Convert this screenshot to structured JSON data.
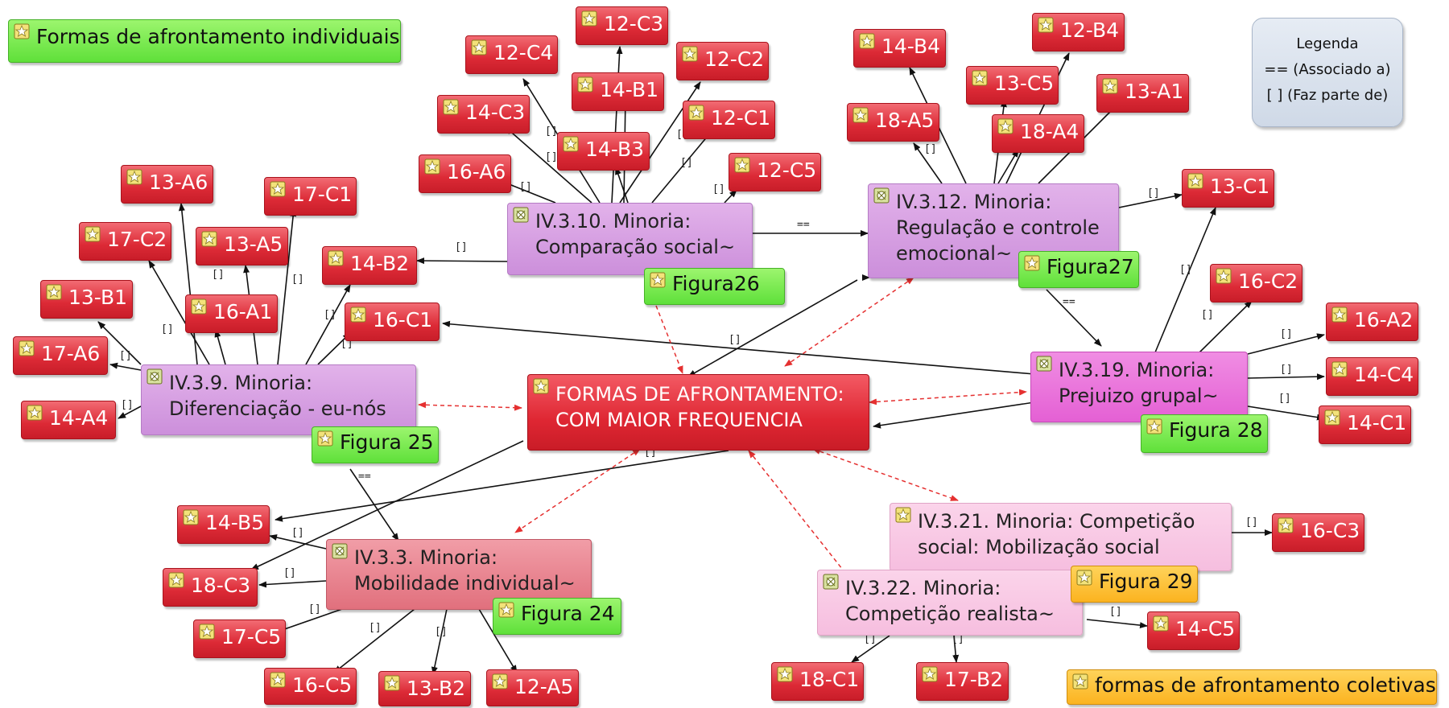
{
  "legend": {
    "title": "Legenda",
    "line1": "== (Associado a)",
    "line2": "[ ]  (Faz parte de)"
  },
  "headers": {
    "individual": "Formas de afrontamento individuais",
    "collective": "formas de afrontamento coletivas"
  },
  "center": {
    "line1": "FORMAS DE AFRONTAMENTO:",
    "line2": "COM MAIOR FREQUENCIA"
  },
  "categories": {
    "c1": {
      "line1": "IV.3.10. Minoria:",
      "line2": "Comparação social~"
    },
    "c2": {
      "line1": "IV.3.12. Minoria:",
      "line2": "Regulação e controle",
      "line3": "emocional~"
    },
    "c3": {
      "line1": "IV.3.9. Minoria:",
      "line2": "Diferenciação - eu-nós"
    },
    "c4": {
      "line1": "IV.3.19. Minoria:",
      "line2": "Prejuizo grupal~"
    },
    "c5": {
      "line1": "IV.3.3. Minoria:",
      "line2": "Mobilidade individual~"
    },
    "c6": {
      "line1": "IV.3.21. Minoria: Competição",
      "line2": "social: Mobilização social"
    },
    "c7": {
      "line1": "IV.3.22. Minoria:",
      "line2": "Competição realista~"
    }
  },
  "figures": {
    "f26": "Figura26",
    "f27": "Figura27",
    "f25": "Figura 25",
    "f28": "Figura 28",
    "f24": "Figura 24",
    "f29": "Figura 29"
  },
  "codes": {
    "12-C3": "12-C3",
    "12-C4": "12-C4",
    "12-C2": "12-C2",
    "14-B1": "14-B1",
    "14-C3": "14-C3",
    "12-C1": "12-C1",
    "14-B3": "14-B3",
    "16-A6": "16-A6",
    "12-C5": "12-C5",
    "14-B4": "14-B4",
    "12-B4": "12-B4",
    "13-C5": "13-C5",
    "13-A1": "13-A1",
    "18-A5": "18-A5",
    "18-A4": "18-A4",
    "13-C1": "13-C1",
    "13-A6": "13-A6",
    "17-C1": "17-C1",
    "17-C2": "17-C2",
    "13-A5": "13-A5",
    "14-B2": "14-B2",
    "13-B1": "13-B1",
    "16-A1": "16-A1",
    "16-C1": "16-C1",
    "17-A6": "17-A6",
    "14-A4": "14-A4",
    "16-C2": "16-C2",
    "16-A2": "16-A2",
    "14-C4": "14-C4",
    "14-C1": "14-C1",
    "14-B5": "14-B5",
    "18-C3": "18-C3",
    "17-C5": "17-C5",
    "16-C5": "16-C5",
    "13-B2": "13-B2",
    "12-A5": "12-A5",
    "16-C3": "16-C3",
    "14-C5": "14-C5",
    "18-C1": "18-C1",
    "17-B2": "17-B2"
  },
  "edge_labels": {
    "part_of": "[]",
    "associated": "=="
  },
  "colors": {
    "code_node": "#dc2a36",
    "figure_node": "#5fe03a",
    "collective_figure": "#fbb320",
    "association_line": "#e53030",
    "link_line": "#111111"
  },
  "icons": {
    "code": "code-quote-icon",
    "category": "category-tree-icon"
  }
}
